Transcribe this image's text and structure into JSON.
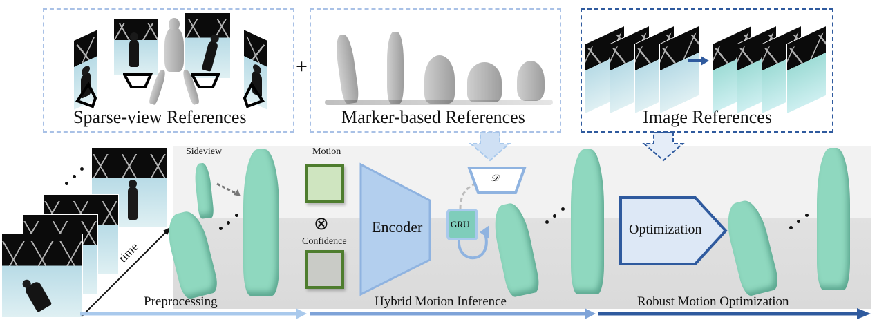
{
  "figure": {
    "references": {
      "sparse_view": {
        "label": "Sparse-view References"
      },
      "plus_sign": "+",
      "marker_based": {
        "label": "Marker-based References"
      },
      "image": {
        "label": "Image References"
      }
    },
    "input": {
      "time_axis_label": "time"
    },
    "pipeline": {
      "stages": [
        {
          "label": "Preprocessing",
          "color": "#a9c9ec"
        },
        {
          "label": "Hybrid Motion Inference",
          "color": "#7ea3d8"
        },
        {
          "label": "Robust Motion Optimization",
          "color": "#2f5a9e"
        }
      ],
      "preprocessing": {
        "sideview_label": "Sideview"
      },
      "inference": {
        "motion_label": "Motion",
        "multiply_symbol": "⊗",
        "confidence_label": "Confidence",
        "encoder_label": "Encoder",
        "gru_label": "GRU",
        "discriminator_label": "𝒟"
      },
      "optimization": {
        "block_label": "Optimization"
      }
    },
    "colors": {
      "mesh": "#8fd8bf",
      "light_blue": "#a9c9ec",
      "mid_blue": "#7ea3d8",
      "dark_blue": "#2f5a9e",
      "green_border": "#4e7d2e",
      "motion_fill": "#cfe5c0",
      "confidence_fill": "#c9cbc6"
    }
  }
}
